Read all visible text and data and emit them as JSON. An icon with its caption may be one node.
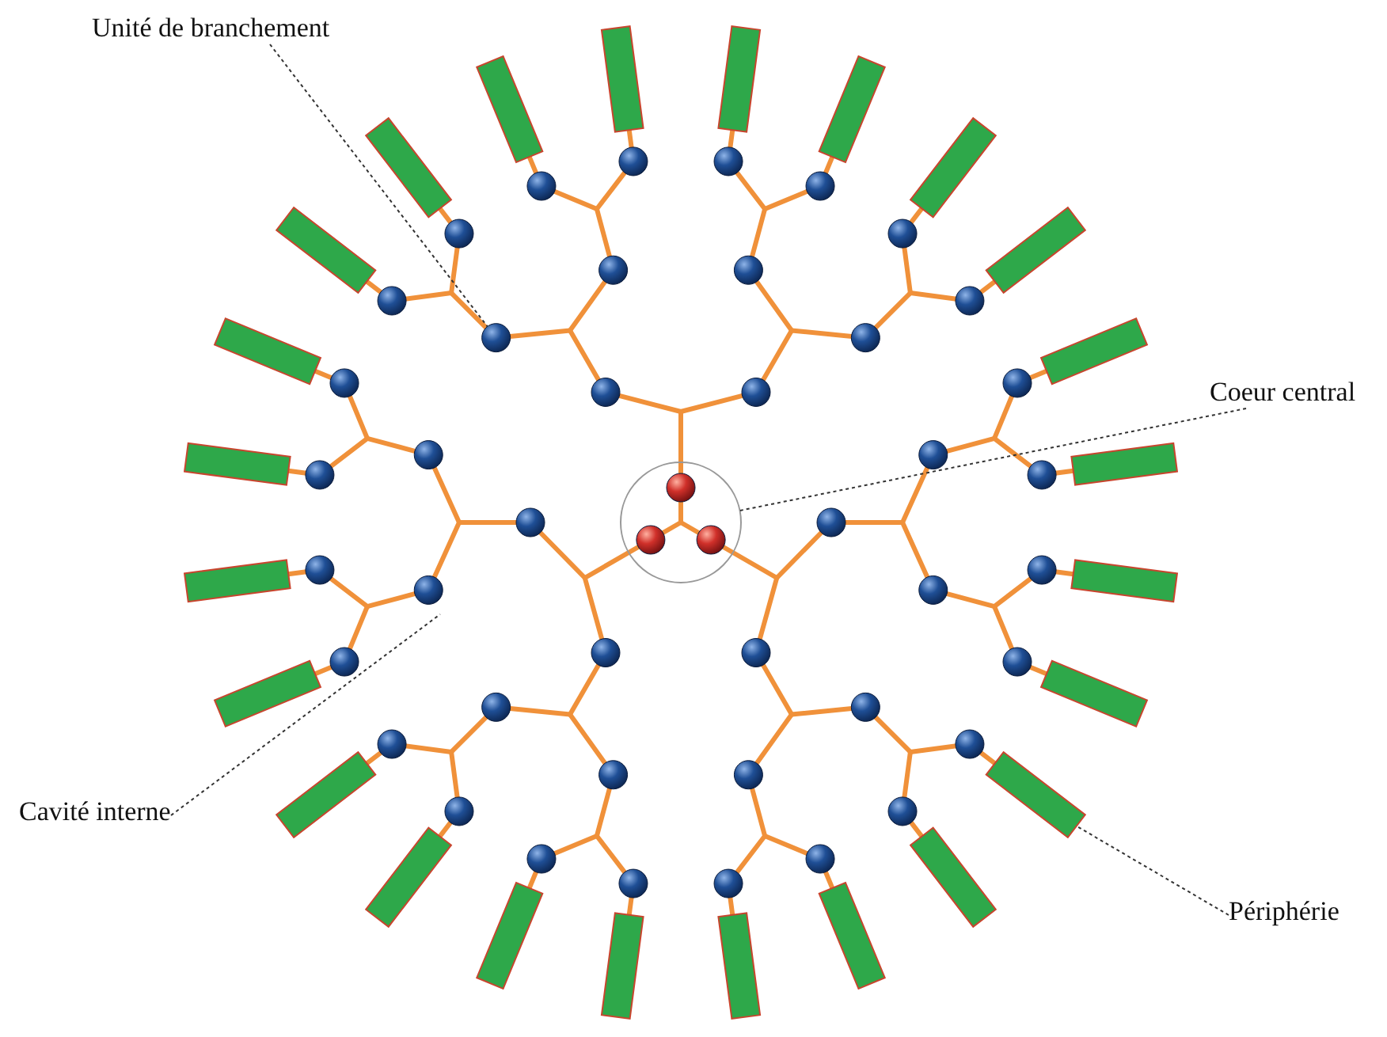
{
  "diagram": {
    "nodes": [
      {
        "text": [
          "Unité de branchement"
        ]
      },
      {
        "text": [],
        "shape": "circle"
      },
      {
        "text": [
          "Coeur central"
        ]
      },
      {
        "text": [],
        "shape": "circle"
      },
      {
        "text": [
          "Cavité interne"
        ]
      },
      {
        "text": [
          "Périphérie"
        ]
      },
      {
        "text": [],
        "shape": "box"
      }
    ],
    "edges": [
      {
        "from": 0,
        "to": 1,
        "arrow": "none",
        "style": "dashed"
      },
      {
        "from": 2,
        "to": 3,
        "arrow": "none",
        "style": "dashed"
      },
      {
        "from": 4,
        "to": null,
        "arrow": "none",
        "style": "dashed"
      },
      {
        "from": 5,
        "to": 6,
        "arrow": "none",
        "style": "dashed"
      }
    ]
  }
}
